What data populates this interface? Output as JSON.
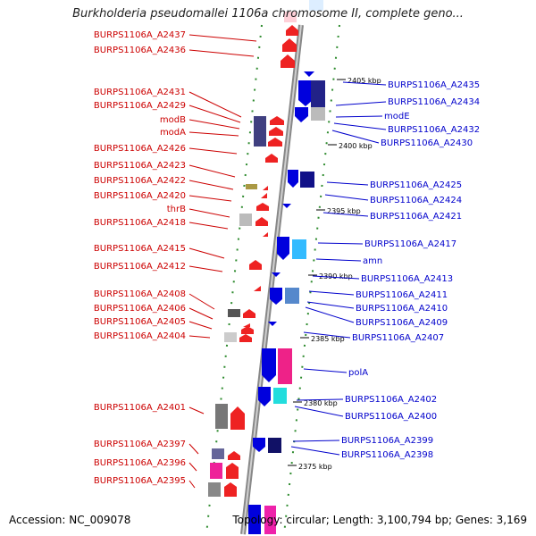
{
  "title": "Burkholderia pseudomallei 1106a chromosome II, complete geno...",
  "accession": "Accession: NC_009078",
  "topology": "Topology: circular; Length: 3,100,794 bp; Genes: 3,169",
  "colors": {
    "left_label": "#cc0000",
    "right_label": "#0000cc",
    "backbone": "#999999"
  },
  "ruler": [
    "2405 kbp",
    "2400 kbp",
    "2395 kbp",
    "2390 kbp",
    "2385 kbp",
    "2380 kbp",
    "2375 kbp"
  ],
  "left_genes": [
    "BURPS1106A_A2437",
    "BURPS1106A_A2436",
    "BURPS1106A_A2431",
    "BURPS1106A_A2429",
    "modB",
    "modA",
    "BURPS1106A_A2426",
    "BURPS1106A_A2423",
    "BURPS1106A_A2422",
    "BURPS1106A_A2420",
    "thrB",
    "BURPS1106A_A2418",
    "BURPS1106A_A2415",
    "BURPS1106A_A2412",
    "BURPS1106A_A2408",
    "BURPS1106A_A2406",
    "BURPS1106A_A2405",
    "BURPS1106A_A2404",
    "BURPS1106A_A2401",
    "BURPS1106A_A2397",
    "BURPS1106A_A2396",
    "BURPS1106A_A2395"
  ],
  "right_genes": [
    "BURPS1106A_A2435",
    "BURPS1106A_A2434",
    "modE",
    "BURPS1106A_A2432",
    "BURPS1106A_A2430",
    "BURPS1106A_A2425",
    "BURPS1106A_A2424",
    "BURPS1106A_A2421",
    "BURPS1106A_A2417",
    "amn",
    "BURPS1106A_A2413",
    "BURPS1106A_A2411",
    "BURPS1106A_A2410",
    "BURPS1106A_A2409",
    "BURPS1106A_A2407",
    "polA",
    "BURPS1106A_A2402",
    "BURPS1106A_A2400",
    "BURPS1106A_A2399",
    "BURPS1106A_A2398"
  ]
}
